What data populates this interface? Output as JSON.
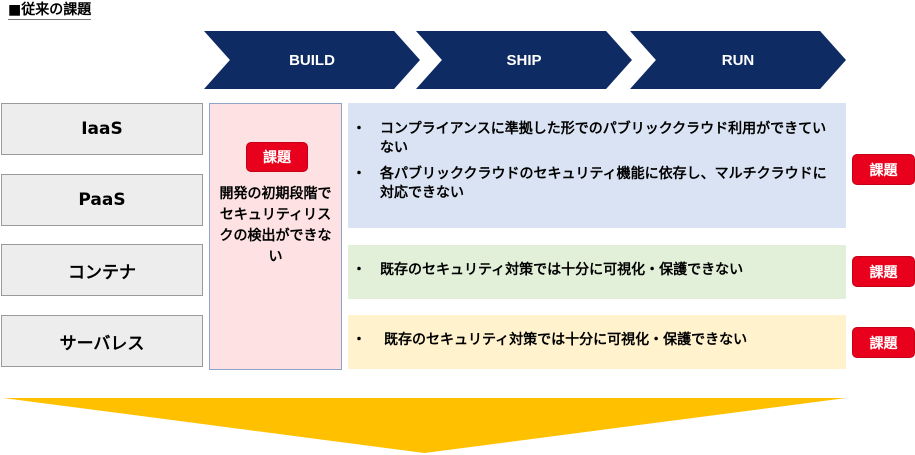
{
  "title": "■従来の課題",
  "phases": [
    "BUILD",
    "SHIP",
    "RUN"
  ],
  "rows": [
    "IaaS",
    "PaaS",
    "コンテナ",
    "サーバレス"
  ],
  "build_column": {
    "badge": "課題",
    "text": "開発の初期段階でセキュリティリスクの検出ができない"
  },
  "issues": [
    {
      "items": [
        "コンプライアンスに準拠した形でのパブリッククラウド利用ができていない",
        "各パブリッククラウドのセキュリティ機能に依存し、マルチクラウドに対応できない"
      ],
      "badge": "課題"
    },
    {
      "items": [
        "既存のセキュリティ対策では十分に可視化・保護できない"
      ],
      "badge": "課題"
    },
    {
      "items": [
        "既存のセキュリティ対策では十分に可視化・保護できない"
      ],
      "badge": "課題"
    }
  ],
  "colors": {
    "chevron": "#0e2b63",
    "badge": "#e8001c",
    "build_column_bg": "#fde1e3",
    "issue_blue": "#dae3f3",
    "issue_green": "#e2f0d9",
    "issue_yellow": "#fff2cc",
    "arrow": "#ffc000"
  }
}
